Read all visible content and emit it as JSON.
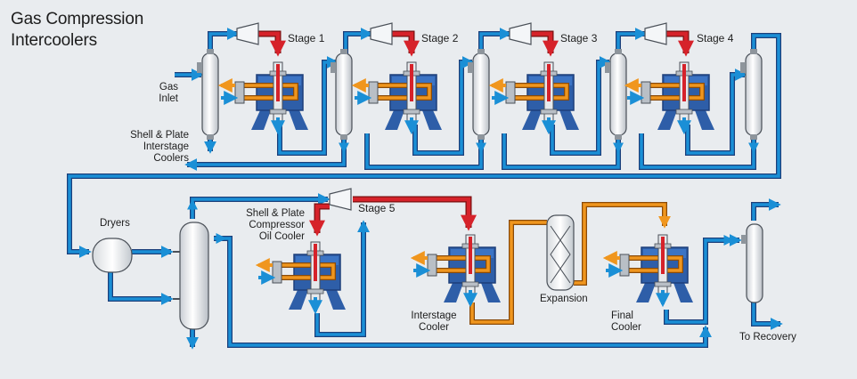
{
  "title": {
    "line1": "Gas Compression",
    "line2": "Intercoolers"
  },
  "labels": {
    "gas_inlet_1": "Gas",
    "gas_inlet_2": "Inlet",
    "shell_plate_1": "Shell & Plate",
    "shell_plate_2": "Interstage",
    "shell_plate_3": "Coolers",
    "stage1": "Stage 1",
    "stage2": "Stage 2",
    "stage3": "Stage 3",
    "stage4": "Stage 4",
    "stage5": "Stage 5",
    "dryers": "Dryers",
    "oil_cooler_1": "Shell & Plate",
    "oil_cooler_2": "Compressor",
    "oil_cooler_3": "Oil Cooler",
    "interstage_1": "Interstage",
    "interstage_2": "Cooler",
    "expansion": "Expansion",
    "final_1": "Final",
    "final_2": "Cooler",
    "recovery": "To Recovery"
  },
  "colors": {
    "background": "#e9ecef",
    "gas_line": "#1a8fd6",
    "hot_line": "#d6222a",
    "oil_line": "#f0961e",
    "equipment": "#2e5ea8",
    "equipment_dark": "#1d3f7a",
    "vessel": "#f4f6f8"
  }
}
